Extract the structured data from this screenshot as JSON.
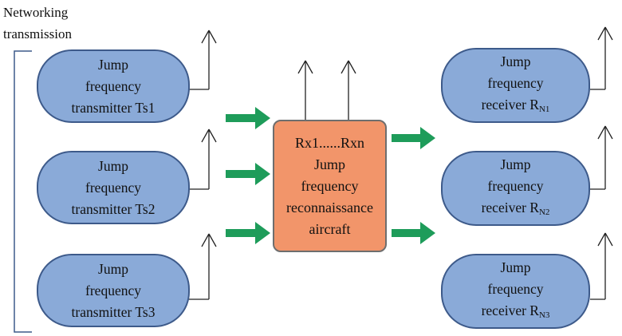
{
  "title": {
    "line1": "Networking",
    "line2": "transmission"
  },
  "transmitters": [
    {
      "line1": "Jump",
      "line2": "frequency",
      "line3": "transmitter Ts1"
    },
    {
      "line1": "Jump",
      "line2": "frequency",
      "line3": "transmitter Ts2"
    },
    {
      "line1": "Jump",
      "line2": "frequency",
      "line3": "transmitter Ts3"
    }
  ],
  "aircraft": {
    "line1": "Rx1......Rxn",
    "line2": "Jump",
    "line3": "frequency",
    "line4": "reconnaissance",
    "line5": "aircraft"
  },
  "receivers": [
    {
      "line1": "Jump",
      "line2": "frequency",
      "prefix": "receiver R",
      "sub": "N1"
    },
    {
      "line1": "Jump",
      "line2": "frequency",
      "prefix": "receiver R",
      "sub": "N2"
    },
    {
      "line1": "Jump",
      "line2": "frequency",
      "prefix": "receiver R",
      "sub": "N3"
    }
  ],
  "colors": {
    "transmitter_fill": "#8aaad8",
    "aircraft_fill": "#f2956a",
    "arrow": "#1e9c5a",
    "bracket": "#3d5a8a"
  },
  "icons": [
    "antenna-icon",
    "arrow-right-icon"
  ]
}
